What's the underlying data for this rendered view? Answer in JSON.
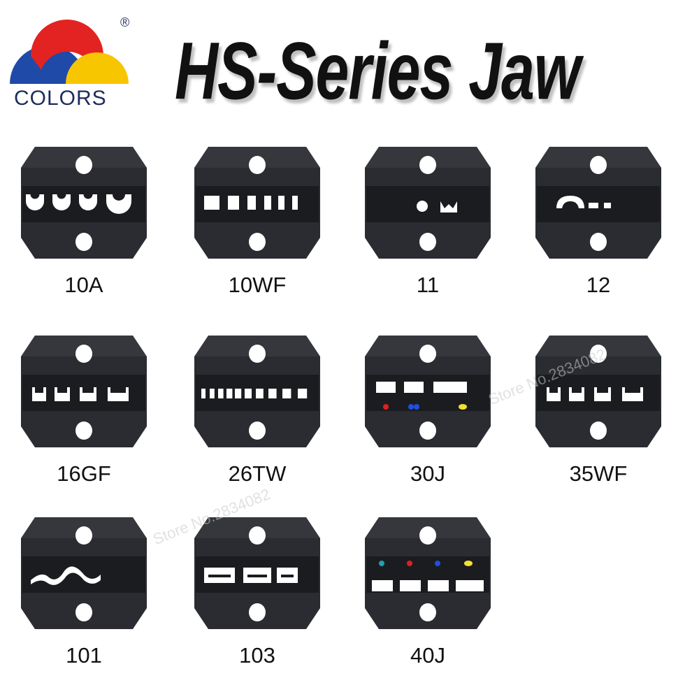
{
  "logo": {
    "brand_text": "COLORS",
    "registered_mark": "®"
  },
  "title": "HS-Series Jaw",
  "jaws": [
    {
      "label": "10A",
      "style": "round"
    },
    {
      "label": "10WF",
      "style": "slots"
    },
    {
      "label": "11",
      "style": "tube"
    },
    {
      "label": "12",
      "style": "single"
    },
    {
      "label": "16GF",
      "style": "square"
    },
    {
      "label": "26TW",
      "style": "ferrule"
    },
    {
      "label": "30J",
      "style": "dots"
    },
    {
      "label": "35WF",
      "style": "square"
    },
    {
      "label": "101",
      "style": "wave"
    },
    {
      "label": "103",
      "style": "flat"
    },
    {
      "label": "40J",
      "style": "dots4"
    }
  ],
  "watermark": "Store No.2834082",
  "colors": {
    "logo_red": "#e32321",
    "logo_yellow": "#f7c600",
    "logo_blue": "#1f4aa8",
    "logo_text": "#1e2b5e",
    "jaw_body": "#2a2c31",
    "jaw_highlight": "#4a4d54",
    "dot_red": "#e02020",
    "dot_blue": "#2050e0",
    "dot_yellow": "#f0e030"
  }
}
